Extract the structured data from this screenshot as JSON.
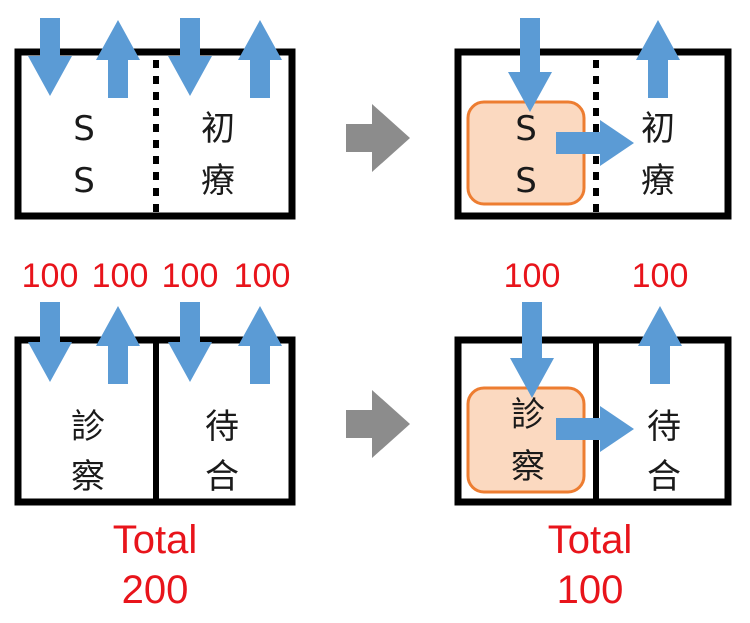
{
  "colors": {
    "flow_arrow": "#5b9bd5",
    "room_stroke": "#000000",
    "highlight_fill": "#fbd9c0",
    "highlight_stroke": "#ed7d31",
    "transition_arrow": "#8c8c8c",
    "number_red": "#e8141b"
  },
  "icons": {
    "down_arrow": "down-arrow-icon",
    "up_arrow": "up-arrow-icon",
    "right_arrow": "right-arrow-icon",
    "transition": "gray-right-arrow-icon"
  },
  "top_before": {
    "room_left": {
      "line1": "S",
      "line2": "S"
    },
    "room_right": {
      "line1": "初",
      "line2": "療"
    }
  },
  "top_after": {
    "room_left": {
      "line1": "S",
      "line2": "S"
    },
    "room_right": {
      "line1": "初",
      "line2": "療"
    }
  },
  "bottom_before": {
    "flows": [
      "100",
      "100",
      "100",
      "100"
    ],
    "room_left": {
      "line1": "診",
      "line2": "察"
    },
    "room_right": {
      "line1": "待",
      "line2": "合"
    },
    "total_label": "Total",
    "total_value": "200"
  },
  "bottom_after": {
    "flow_in": "100",
    "flow_out": "100",
    "room_left": {
      "line1": "診",
      "line2": "察"
    },
    "room_right": {
      "line1": "待",
      "line2": "合"
    },
    "total_label": "Total",
    "total_value": "100"
  }
}
